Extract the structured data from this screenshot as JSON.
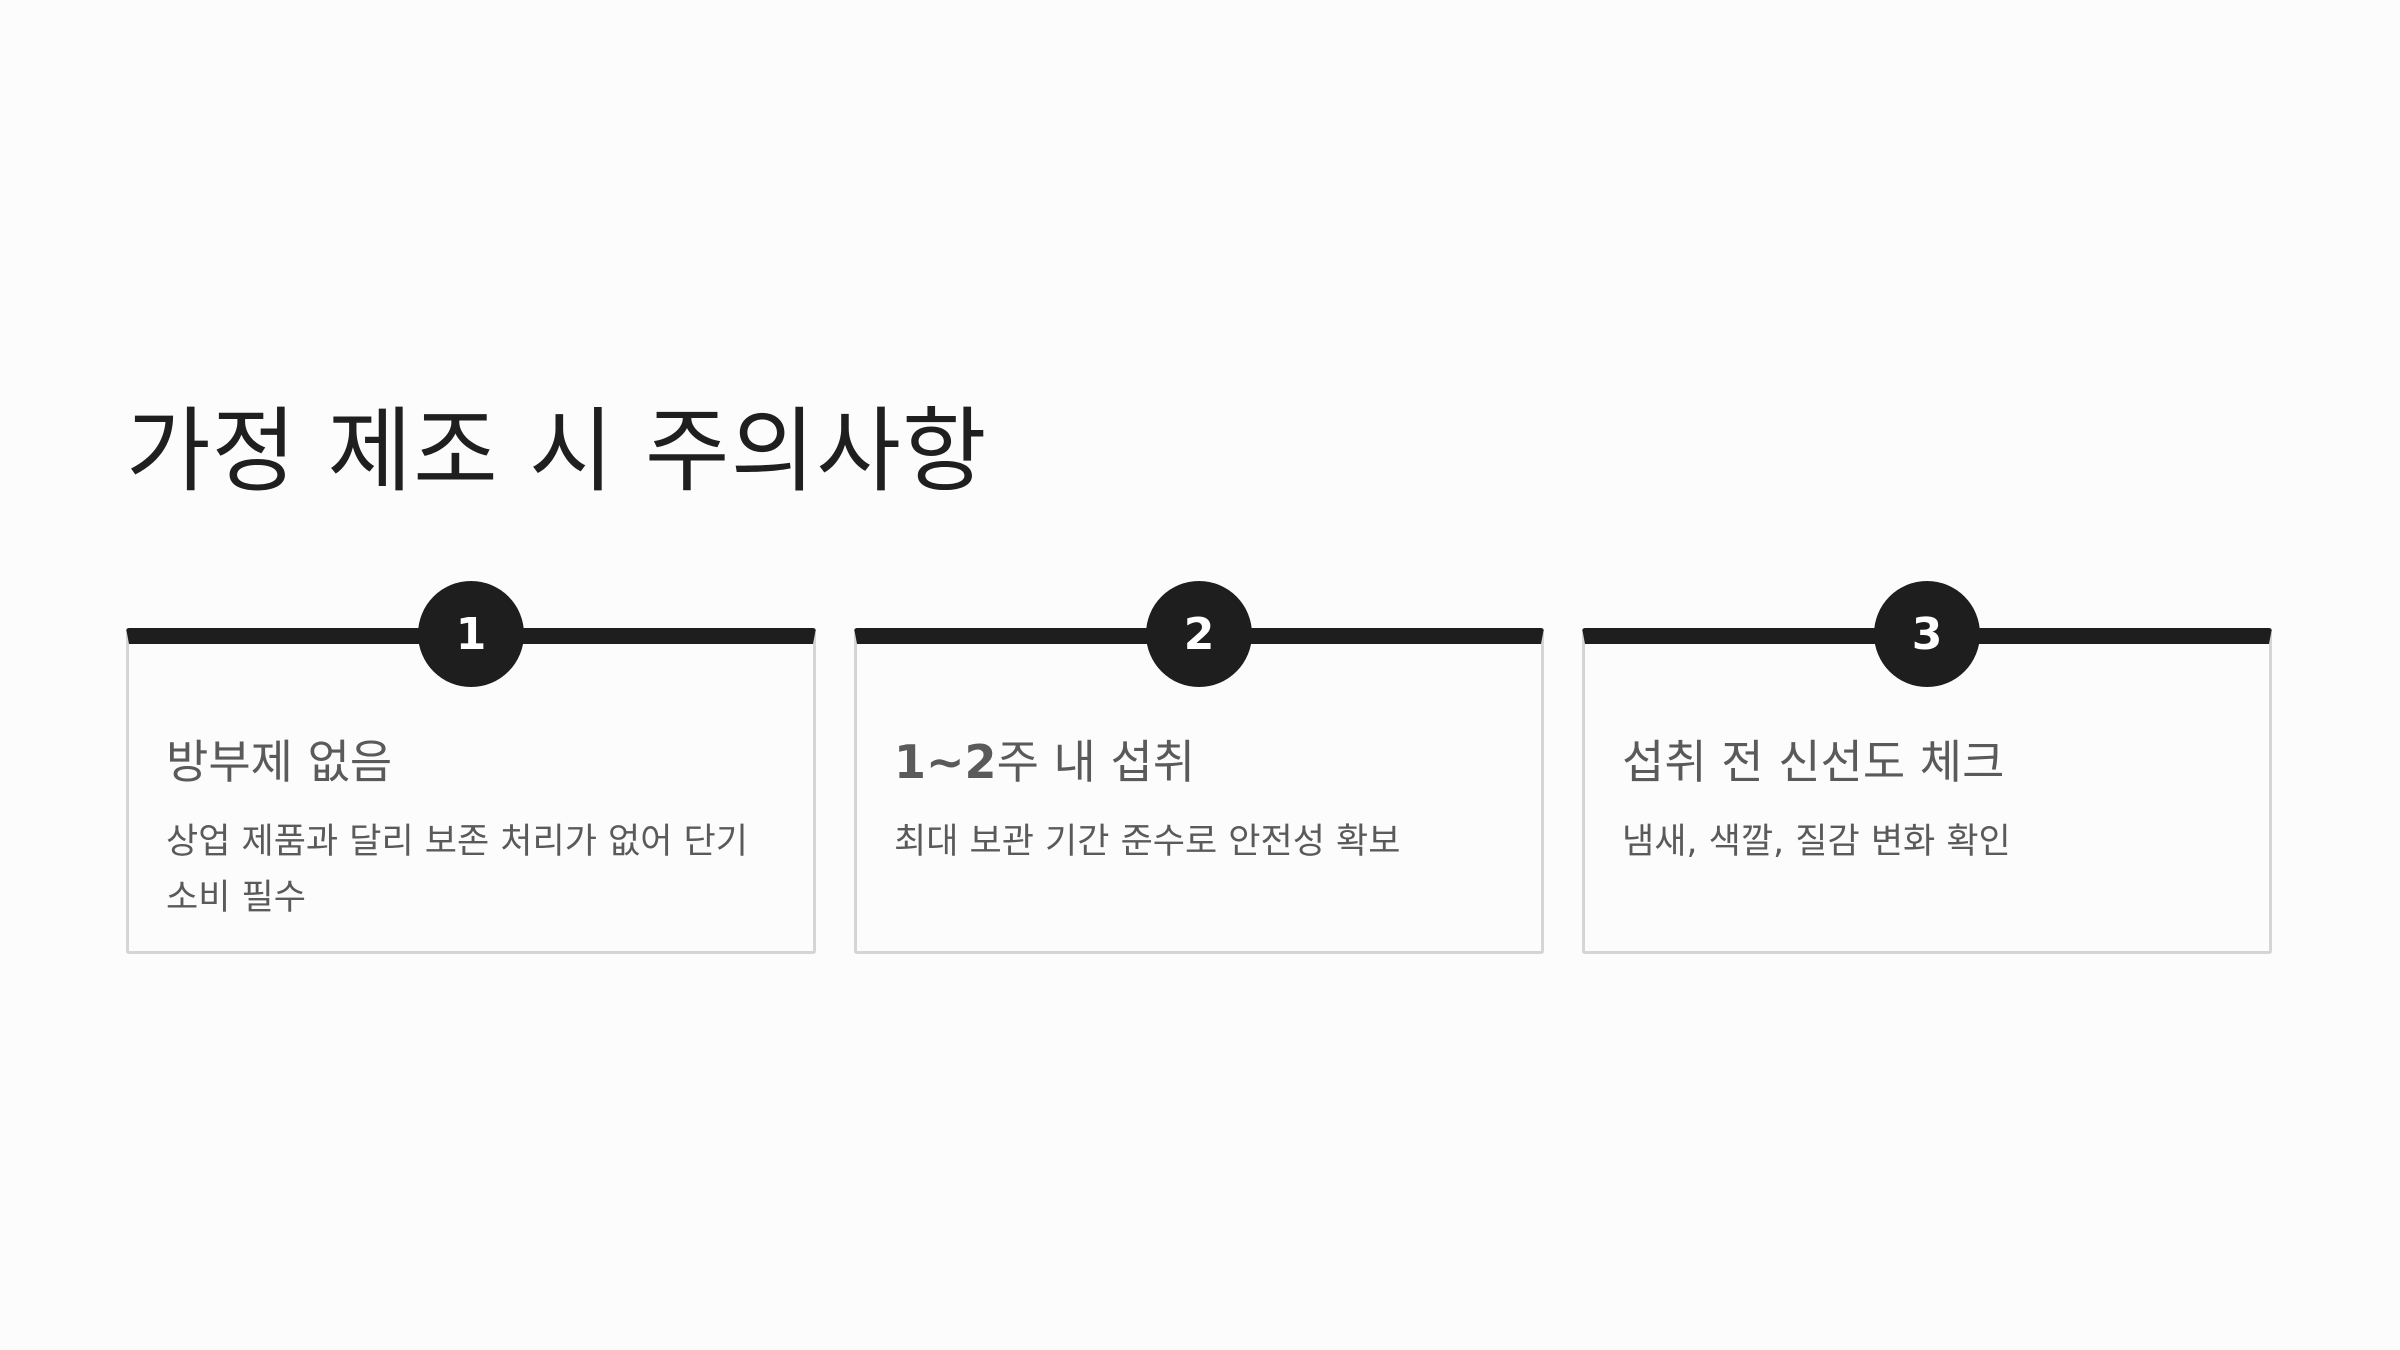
{
  "slide": {
    "title": "가정 제조 시 주의사항"
  },
  "colors": {
    "background": "#fcfcfc",
    "accent": "#1e1e1e",
    "card_border": "#d5d5d5",
    "body_text": "#5a5a5a"
  },
  "cards": [
    {
      "number": "1",
      "title_prefix": "",
      "title_rest": "방부제 없음",
      "description": "상업 제품과 달리 보존 처리가 없어 단기 소비 필수"
    },
    {
      "number": "2",
      "title_prefix": "1~2",
      "title_rest": "주 내 섭취",
      "description": "최대 보관 기간 준수로 안전성 확보"
    },
    {
      "number": "3",
      "title_prefix": "",
      "title_rest": "섭취 전 신선도 체크",
      "description": "냄새, 색깔, 질감 변화 확인"
    }
  ]
}
